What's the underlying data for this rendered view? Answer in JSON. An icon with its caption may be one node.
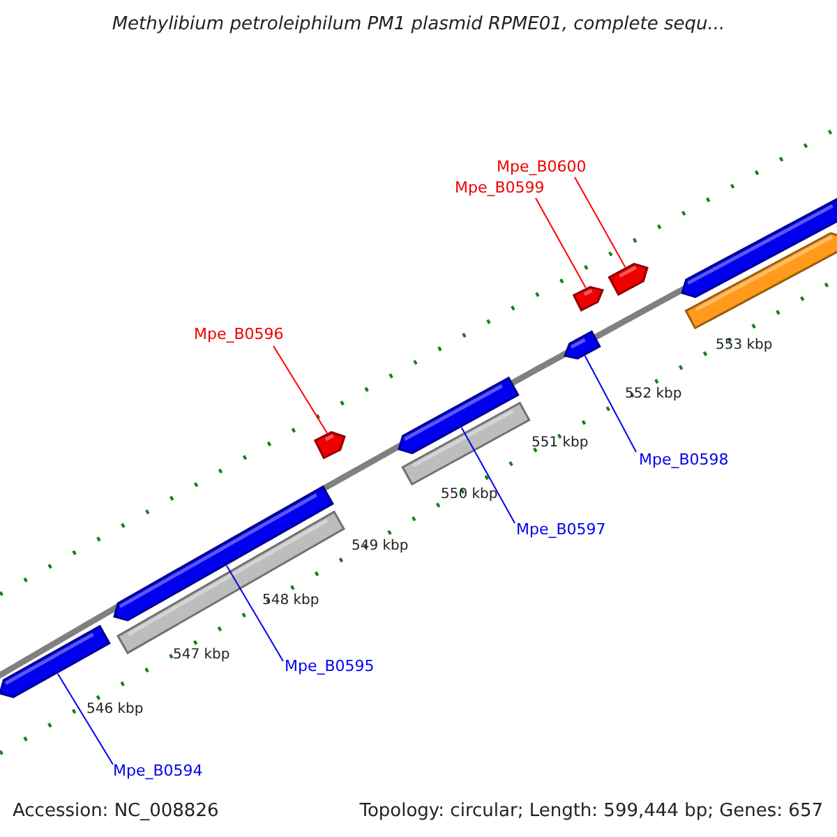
{
  "diagram": {
    "title": "Methylibium petroleiphilum PM1 plasmid RPME01, complete sequ...",
    "nodes": [
      {
        "text": [
          "Mpe_B0600"
        ]
      },
      {
        "text": [
          "Mpe_B0599"
        ]
      },
      {
        "text": [
          "Mpe_B0596"
        ]
      },
      {
        "text": [
          "Mpe_B0598"
        ]
      },
      {
        "text": [
          "Mpe_B0597"
        ]
      },
      {
        "text": [
          "Mpe_B0595"
        ]
      },
      {
        "text": [
          "Mpe_B0594"
        ]
      },
      {
        "text": [],
        "shape": "bar"
      },
      {
        "text": [],
        "shape": "bar"
      },
      {
        "text": [],
        "shape": "bar"
      },
      {
        "text": [],
        "shape": "bar"
      },
      {
        "text": [],
        "shape": "bar"
      },
      {
        "text": [],
        "shape": "bar"
      },
      {
        "text": [],
        "shape": "bar"
      },
      {
        "text": [],
        "shape": "bar"
      },
      {
        "text": [],
        "shape": "bar"
      },
      {
        "text": [],
        "shape": "bar"
      },
      {
        "text": [],
        "shape": "bar"
      }
    ],
    "edges": [
      {
        "from": 0,
        "to": 15,
        "arrow": "none",
        "color": "#ff0000"
      },
      {
        "from": 1,
        "to": 14,
        "arrow": "none",
        "color": "#ff0000"
      },
      {
        "from": 2,
        "to": 10,
        "arrow": "none",
        "color": "#ff0000"
      },
      {
        "from": 3,
        "to": 13,
        "arrow": "none"
      },
      {
        "from": 4,
        "to": 11,
        "arrow": "none"
      },
      {
        "from": 5,
        "to": 8,
        "arrow": "none"
      },
      {
        "from": 6,
        "to": 7,
        "arrow": "none"
      }
    ],
    "labels": [
      "553 kbp",
      "552 kbp",
      "551 kbp",
      "550 kbp",
      "549 kbp",
      "548 kbp",
      "547 kbp",
      "546 kbp",
      "Accession: NC_008826",
      "Topology: circular; Length: 599,444 bp; Genes: 657"
    ]
  }
}
